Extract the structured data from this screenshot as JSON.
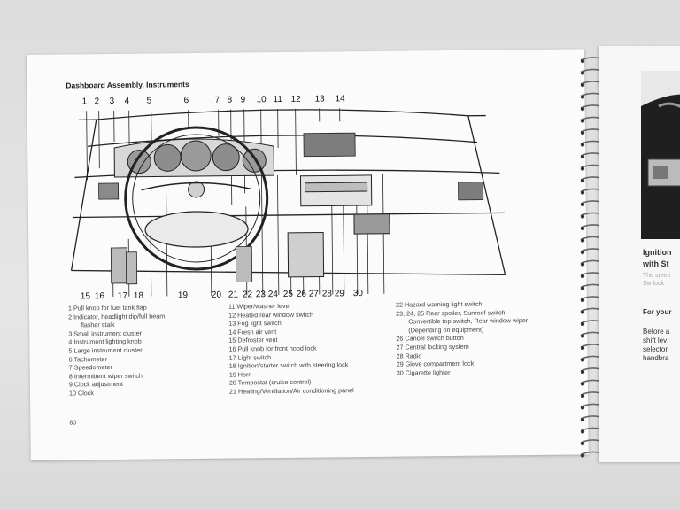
{
  "page": {
    "title": "Dashboard Assembly, Instruments",
    "page_number": "80",
    "top_callouts": [
      "1",
      "2",
      "3",
      "4",
      "5",
      "6",
      "7",
      "8",
      "9",
      "10",
      "11",
      "12",
      "13",
      "14"
    ],
    "bottom_callouts": [
      "15",
      "16",
      "17",
      "18",
      "19",
      "20",
      "21",
      "22",
      "23",
      "24",
      "25",
      "26",
      "27",
      "28",
      "29",
      "30"
    ],
    "legend": {
      "col1": [
        "1 Pull knob for fuel tank flap",
        "2 Indicator, headlight dip/full beam,",
        "flasher stalk",
        "3 Small instrument cluster",
        "4 Instrument lighting knob",
        "5 Large instrument cluster",
        "6 Tachometer",
        "7 Speedometer",
        "8 Intermittent wiper switch",
        "9 Clock adjustment",
        "10 Clock"
      ],
      "col2": [
        "11 Wiper/washer lever",
        "12 Heated rear window switch",
        "13 Fog light switch",
        "14 Fresh air vent",
        "15 Defroster vent",
        "16 Pull knob for front hood lock",
        "17 Light switch",
        "18 Ignition/starter switch with steering lock",
        "19 Horn",
        "20 Tempostat (cruise control)",
        "21 Heating/Ventilation/Air conditioning panel"
      ],
      "col3": [
        "22 Hazard warning light switch",
        "23, 24, 25 Rear spoiler, Sunroof switch,",
        "Convertible top switch, Rear window wiper",
        "(Depending on equipment)",
        "26 Cancel switch button",
        "27 Central locking system",
        "28 Radio",
        "29 Glove compartment lock",
        "30 Cigarette lighter"
      ]
    }
  },
  "right_page": {
    "heading_line1": "Ignition",
    "heading_line2": "with St",
    "faint_line1": "The steeri",
    "faint_line2": "Sw lock",
    "subheading": "For your",
    "body_line1": "Before a",
    "body_line2": "shift lev",
    "body_line3": "selector",
    "body_line4": "handbra"
  }
}
